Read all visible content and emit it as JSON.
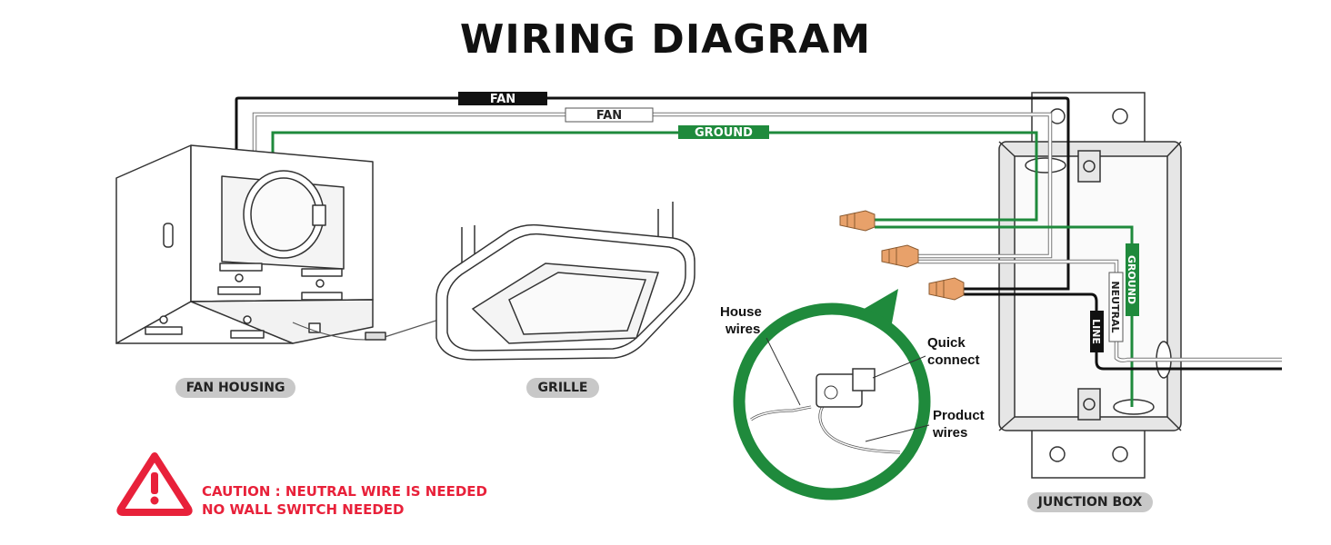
{
  "title": "WIRING DIAGRAM",
  "wire_labels": {
    "fan_black": "FAN",
    "fan_white": "FAN",
    "ground": "GROUND",
    "box_ground": "GROUND",
    "box_neutral": "NEUTRAL",
    "box_line": "LINE"
  },
  "component_labels": {
    "fan_housing": "FAN HOUSING",
    "grille": "GRILLE",
    "junction_box": "JUNCTION BOX"
  },
  "callouts": {
    "house_wires": [
      "House",
      "wires"
    ],
    "quick_connect": [
      "Quick",
      "connect"
    ],
    "product_wires": [
      "Product",
      "wires"
    ]
  },
  "caution": {
    "line1": "CAUTION : NEUTRAL WIRE IS NEEDED",
    "line2": "NO WALL SWITCH NEEDED"
  },
  "colors": {
    "ground_green": "#1f8a3c",
    "caution_red": "#e8213a",
    "connector_orange": "#e8a16a",
    "pill_gray": "#c8c8c8"
  }
}
